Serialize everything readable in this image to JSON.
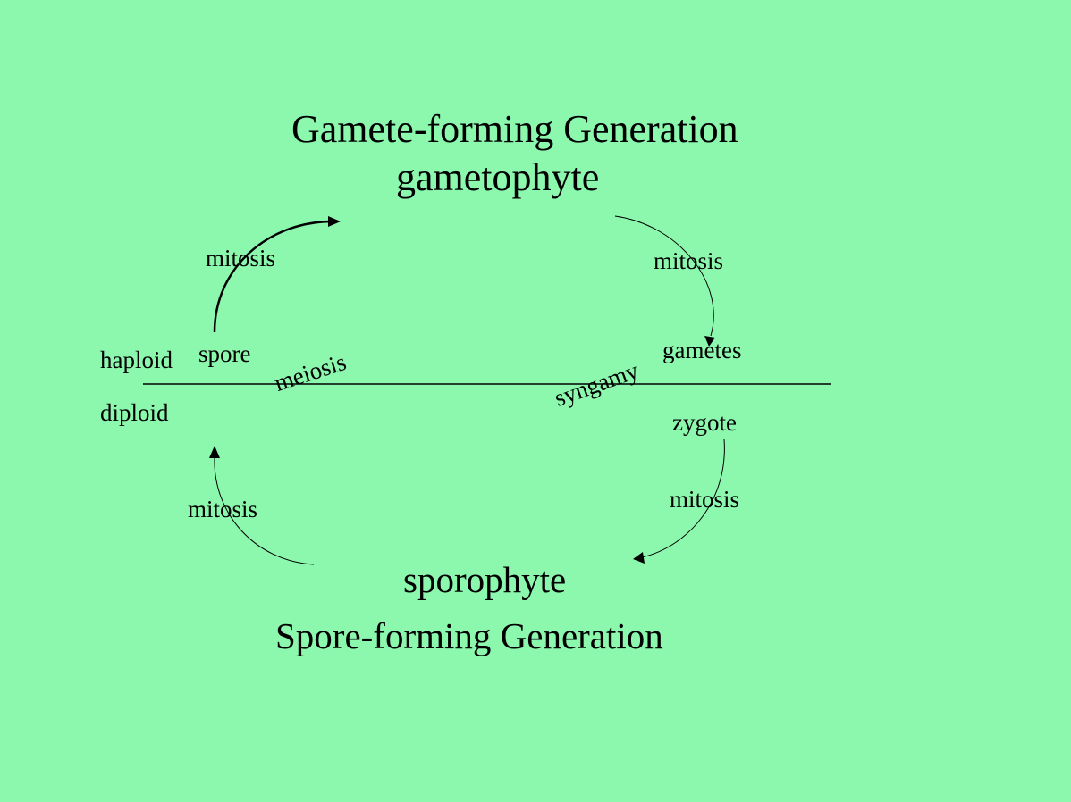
{
  "background": "#8BF8AE",
  "ink": "#000000",
  "titles": {
    "gametophyte_generation": "Gamete-forming Generation",
    "gametophyte": "gametophyte",
    "sporophyte": "sporophyte",
    "sporophyte_generation": "Spore-forming Generation"
  },
  "ploidy": {
    "haploid": "haploid",
    "diploid": "diploid"
  },
  "stages": {
    "spore": "spore",
    "gametes": "gametes",
    "zygote": "zygote"
  },
  "processes": {
    "meiosis": "meiosis",
    "syngamy": "syngamy",
    "mitosis_top_left": "mitosis",
    "mitosis_top_right": "mitosis",
    "mitosis_bottom_right": "mitosis",
    "mitosis_bottom_left": "mitosis"
  }
}
